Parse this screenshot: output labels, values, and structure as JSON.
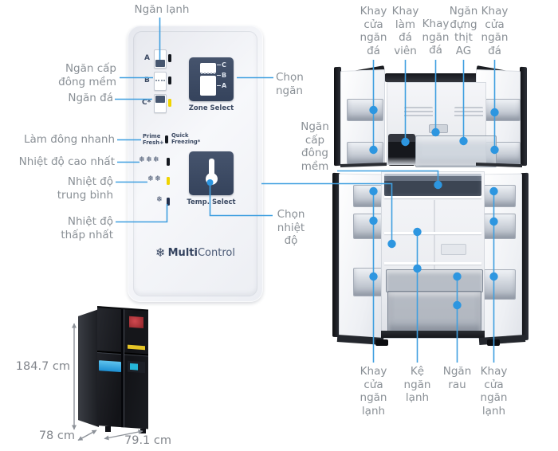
{
  "colors": {
    "accent_blue": "#3f9fe0",
    "callout_dot_blue": "#2d96e0",
    "label_gray": "#8a9096",
    "panel_navy": "#3c4a63",
    "led_yellow": "#f0d400",
    "led_dark": "#14181f"
  },
  "panel": {
    "zone_rows": [
      {
        "key": "A",
        "led": "dark"
      },
      {
        "key": "B",
        "led": "dark"
      },
      {
        "key": "C*",
        "led": "yellow"
      }
    ],
    "zone_select": {
      "caption": "Zone Select",
      "levels": [
        "C",
        "B",
        "A"
      ]
    },
    "prime_fresh": "Prime\nFresh+",
    "quick_freezing": "Quick\nFreezing*",
    "temp_rows": [
      {
        "icons": "❄❄❄",
        "led": "dark"
      },
      {
        "icons": "❄❄",
        "led": "yellow"
      },
      {
        "icons": "❄",
        "led": "navy"
      }
    ],
    "temp_select": {
      "caption": "Temp. Select"
    },
    "logo": {
      "flake": "❄",
      "bold": "Multi",
      "light": "Control"
    }
  },
  "callouts": {
    "left": [
      {
        "label": "Ngăn lạnh"
      },
      {
        "label": "Ngăn cấp\nđông mềm"
      },
      {
        "label": "Ngăn đá"
      },
      {
        "label": "Làm đông nhanh"
      },
      {
        "label": "Nhiệt độ cao nhất"
      },
      {
        "label": "Nhiệt độ\ntrung bình"
      },
      {
        "label": "Nhiệt độ\nthấp nhất"
      }
    ],
    "center": {
      "zone": "Chọn\nngăn",
      "soft_freeze": "Ngăn\ncấp\nđông\nmềm",
      "temp": "Chọn\nnhiệt\nđộ"
    },
    "freezer_top": [
      {
        "label": "Khay\ncửa\nngăn\nđá"
      },
      {
        "label": "Khay\nlàm\nđá\nviên"
      },
      {
        "label": "Khay\nngăn\nđá"
      },
      {
        "label": "Ngăn\nđựng\nthịt\nAG"
      },
      {
        "label": "Khay\ncửa\nngăn\nđá"
      }
    ],
    "fridge_bottom": [
      {
        "label": "Khay\ncửa\nngăn\nlạnh"
      },
      {
        "label": "Kệ\nngăn\nlạnh"
      },
      {
        "label": "Ngăn\nrau"
      },
      {
        "label": "Khay\ncửa\nngăn\nlạnh"
      }
    ]
  },
  "dimensions": {
    "height": "184.7 cm",
    "depth": "78 cm",
    "width": "79.1 cm"
  }
}
